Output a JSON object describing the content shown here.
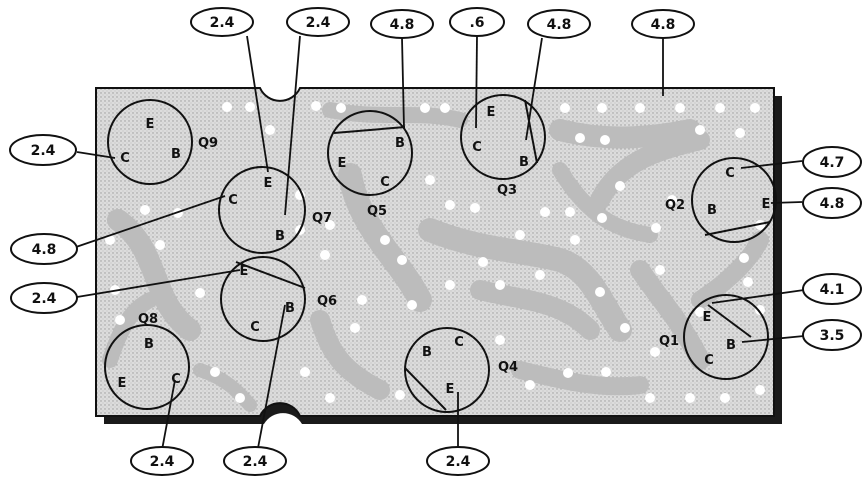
{
  "colors": {
    "board": "#d9d9d9",
    "trace": "#c2c2c2",
    "ink": "#111111",
    "paper": "#ffffff"
  },
  "transistors": [
    {
      "id": "q9",
      "name": "Q9",
      "pins": [
        {
          "letter": "E"
        },
        {
          "letter": "C"
        },
        {
          "letter": "B"
        }
      ]
    },
    {
      "id": "q7",
      "name": "Q7",
      "pins": [
        {
          "letter": "E"
        },
        {
          "letter": "C"
        },
        {
          "letter": "B"
        }
      ]
    },
    {
      "id": "q5",
      "name": "Q5",
      "pins": [
        {
          "letter": "B"
        },
        {
          "letter": "E"
        },
        {
          "letter": "C"
        }
      ]
    },
    {
      "id": "q3",
      "name": "Q3",
      "pins": [
        {
          "letter": "E"
        },
        {
          "letter": "C"
        },
        {
          "letter": "B"
        }
      ]
    },
    {
      "id": "q2",
      "name": "Q2",
      "pins": [
        {
          "letter": "C"
        },
        {
          "letter": "B"
        },
        {
          "letter": "E"
        }
      ]
    },
    {
      "id": "q6",
      "name": "Q6",
      "pins": [
        {
          "letter": "E"
        },
        {
          "letter": "C"
        },
        {
          "letter": "B"
        }
      ]
    },
    {
      "id": "q8",
      "name": "Q8",
      "pins": [
        {
          "letter": "B"
        },
        {
          "letter": "E"
        },
        {
          "letter": "C"
        }
      ]
    },
    {
      "id": "q4",
      "name": "Q4",
      "pins": [
        {
          "letter": "B"
        },
        {
          "letter": "C"
        },
        {
          "letter": "E"
        }
      ]
    },
    {
      "id": "q1",
      "name": "Q1",
      "pins": [
        {
          "letter": "E"
        },
        {
          "letter": "C"
        },
        {
          "letter": "B"
        }
      ]
    }
  ],
  "voltages": [
    {
      "id": "v-top-1",
      "text": "2.4"
    },
    {
      "id": "v-top-2",
      "text": "2.4"
    },
    {
      "id": "v-top-3",
      "text": "4.8"
    },
    {
      "id": "v-top-4",
      "text": ".6"
    },
    {
      "id": "v-top-5",
      "text": "4.8"
    },
    {
      "id": "v-top-6",
      "text": "4.8"
    },
    {
      "id": "v-left-1",
      "text": "2.4"
    },
    {
      "id": "v-left-2",
      "text": "4.8"
    },
    {
      "id": "v-left-3",
      "text": "2.4"
    },
    {
      "id": "v-right-1",
      "text": "4.7"
    },
    {
      "id": "v-right-2",
      "text": "4.8"
    },
    {
      "id": "v-right-3",
      "text": "4.1"
    },
    {
      "id": "v-right-4",
      "text": "3.5"
    },
    {
      "id": "v-bottom-1",
      "text": "2.4"
    },
    {
      "id": "v-bottom-2",
      "text": "2.4"
    },
    {
      "id": "v-bottom-3",
      "text": "2.4"
    }
  ]
}
